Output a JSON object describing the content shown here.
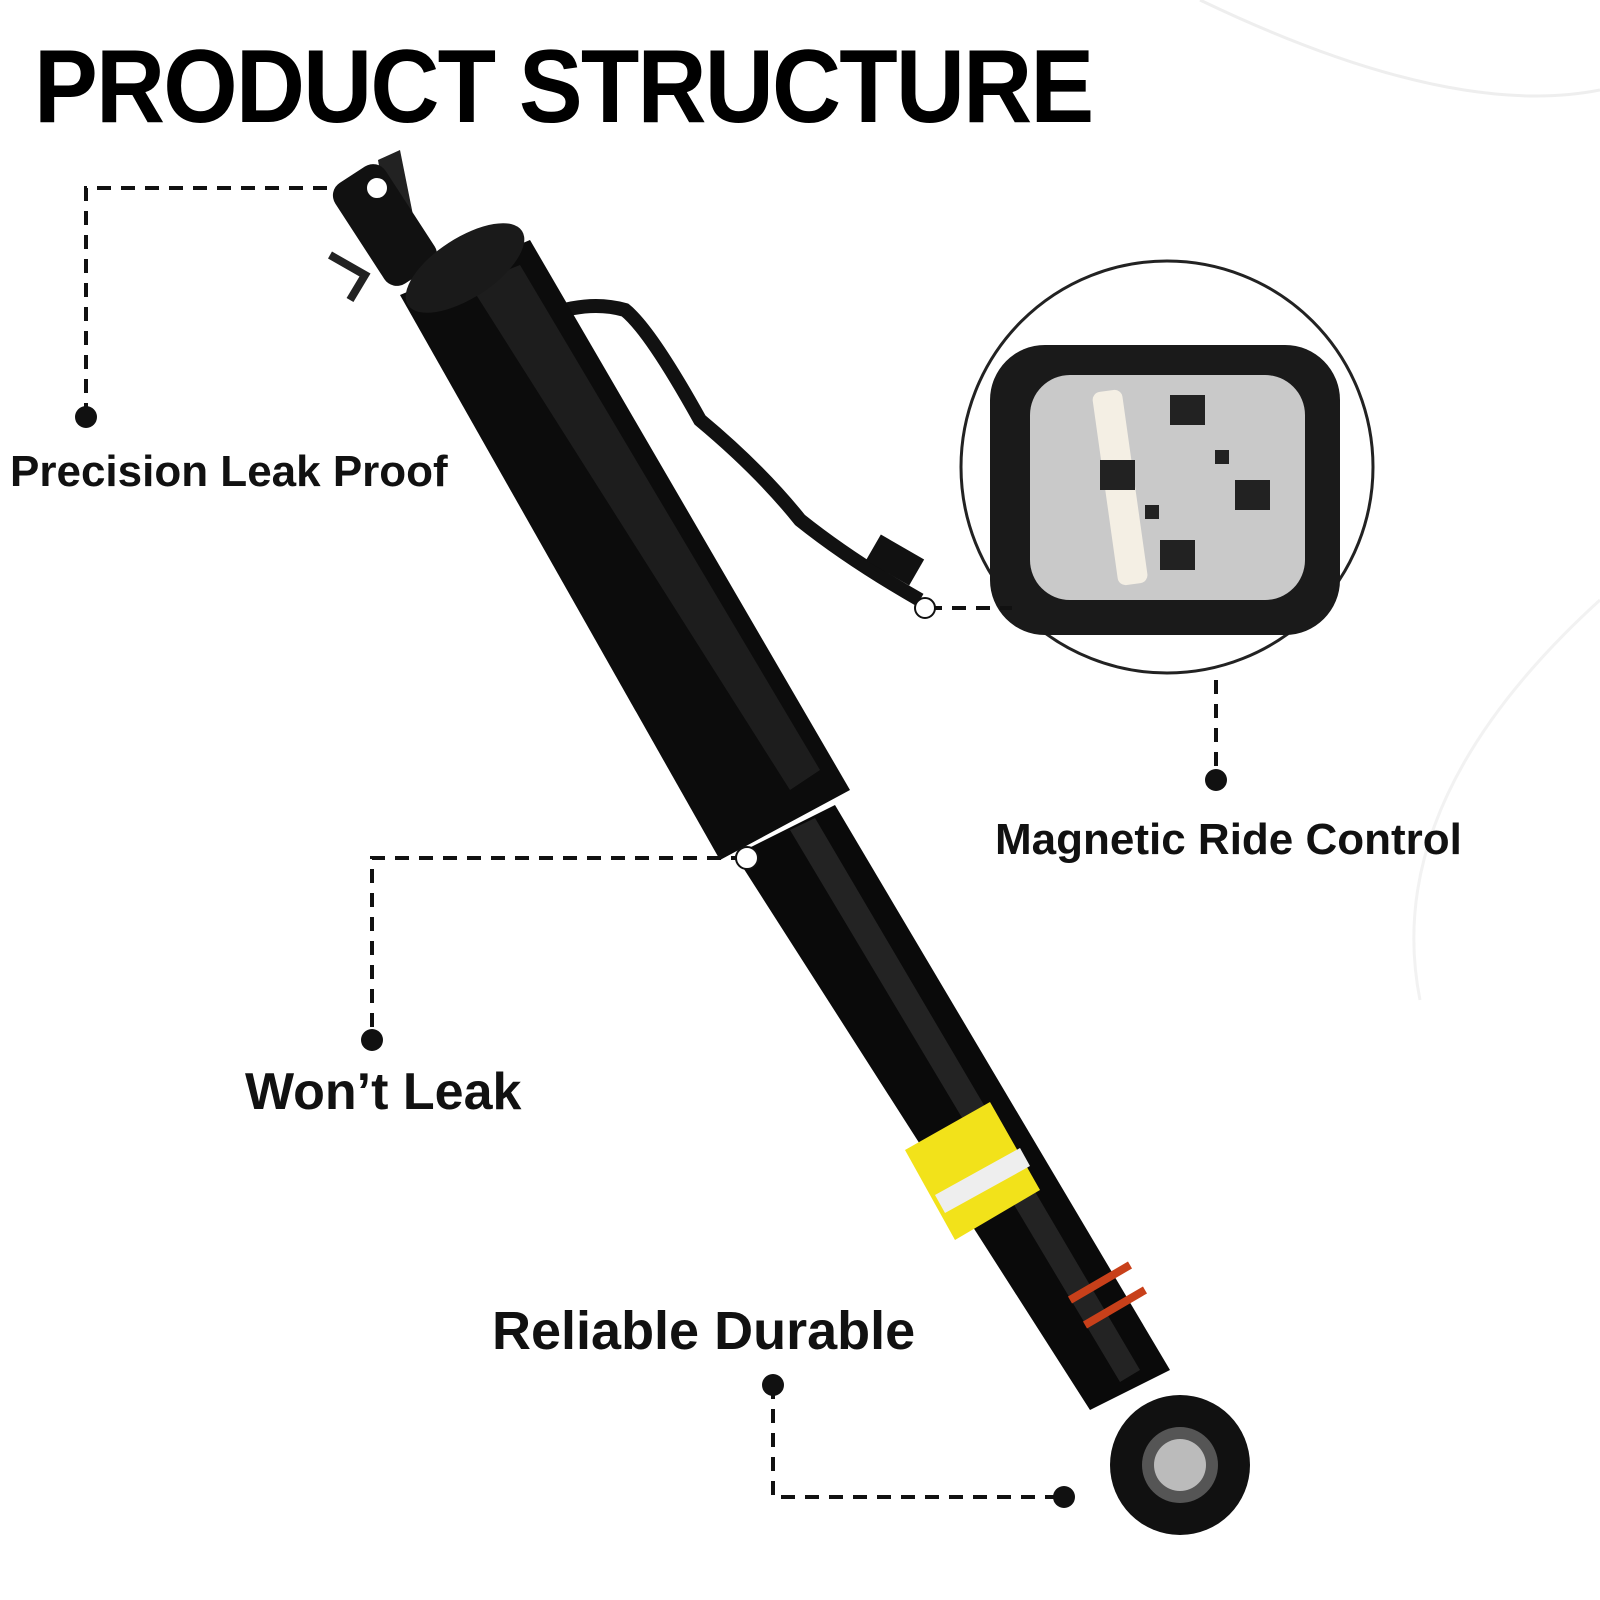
{
  "title": "PRODUCT STRUCTURE",
  "callouts": {
    "top_mount": "Precision Leak Proof",
    "connector": "Magnetic Ride Control",
    "tube_joint": "Won’t Leak",
    "bottom_eye": "Reliable Durable"
  },
  "colors": {
    "body": "#0a0a0a",
    "label_yellow": "#f2e21a",
    "accent_orange": "#c8401a"
  }
}
